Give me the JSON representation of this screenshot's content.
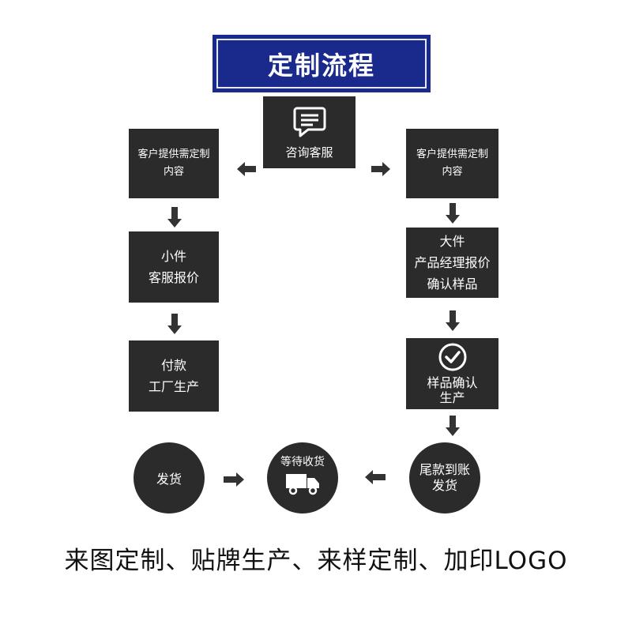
{
  "title": "定制流程",
  "colors": {
    "title_bg": "#1a2a8c",
    "box_bg": "#2b2b2b",
    "arrow": "#333333"
  },
  "consult": {
    "label": "咨询客服",
    "icon": "chat-bubble-icon"
  },
  "left": {
    "provide": [
      "客户提供需定制",
      "内容"
    ],
    "small_quote": [
      "小件",
      "客服报价"
    ],
    "pay_produce": [
      "付款",
      "工厂生产"
    ]
  },
  "right": {
    "provide": [
      "客户提供需定制",
      "内容"
    ],
    "large_quote": [
      "大件",
      "产品经理报价",
      "确认样品"
    ],
    "confirm_sample": {
      "icon": "check-circle-icon",
      "lines": [
        "样品确认",
        "生产"
      ]
    }
  },
  "bottom": {
    "ship": "发货",
    "waiting": {
      "label": "等待收货",
      "icon": "delivery-truck-icon"
    },
    "final_payment": [
      "尾款到账",
      "发货"
    ]
  },
  "caption": "来图定制、贴牌生产、来样定制、加印LOGO"
}
